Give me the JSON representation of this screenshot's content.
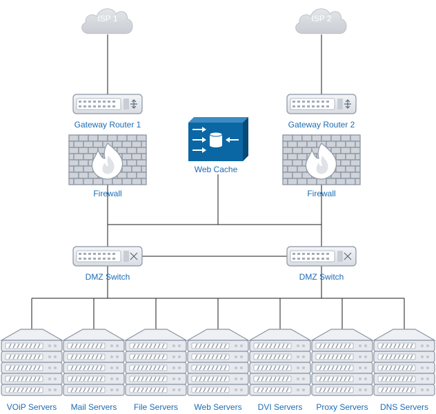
{
  "colors": {
    "label": "#1b6bb3",
    "cloud": "#d6d9de",
    "device_fill": "#e8ebef",
    "device_stroke": "#8a94a3",
    "firewall_brick": "#9aa2ae",
    "web_cache": "#0b67a4",
    "line": "#1a1a1a"
  },
  "clouds": [
    {
      "id": "isp1",
      "label": "ISP 1",
      "icon": "cloud-icon"
    },
    {
      "id": "isp2",
      "label": "ISP 2",
      "icon": "cloud-icon"
    }
  ],
  "routers": [
    {
      "id": "gw1",
      "label": "Gateway Router 1",
      "icon": "router-icon"
    },
    {
      "id": "gw2",
      "label": "Gateway Router 2",
      "icon": "router-icon"
    }
  ],
  "firewalls": [
    {
      "id": "fw1",
      "label": "Firewall",
      "icon": "firewall-icon"
    },
    {
      "id": "fw2",
      "label": "Firewall",
      "icon": "firewall-icon"
    }
  ],
  "web_cache": {
    "label": "Web Cache",
    "icon": "web-cache-icon"
  },
  "switches": [
    {
      "id": "sw1",
      "label": "DMZ Switch",
      "icon": "switch-icon"
    },
    {
      "id": "sw2",
      "label": "DMZ Switch",
      "icon": "switch-icon"
    }
  ],
  "server_racks": [
    {
      "label": "VOiP Servers",
      "icon": "server-rack-icon"
    },
    {
      "label": "Mail Servers",
      "icon": "server-rack-icon"
    },
    {
      "label": "File Servers",
      "icon": "server-rack-icon"
    },
    {
      "label": "Web Servers",
      "icon": "server-rack-icon"
    },
    {
      "label": "DVI Servers",
      "icon": "server-rack-icon"
    },
    {
      "label": "Proxy Servers",
      "icon": "server-rack-icon"
    },
    {
      "label": "DNS Servers",
      "icon": "server-rack-icon"
    }
  ]
}
